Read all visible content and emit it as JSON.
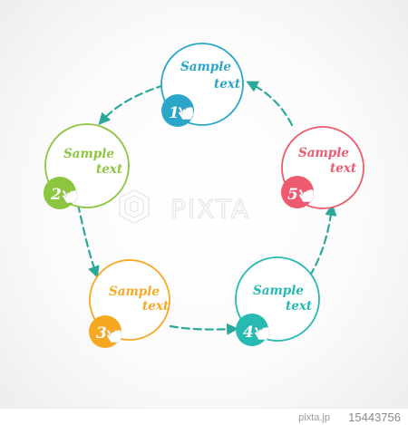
{
  "watermark": {
    "text": "PIXTA"
  },
  "cycle": {
    "steps": [
      {
        "number": "1",
        "line1": "Sample",
        "line2": "text",
        "color": "#2aa6c8"
      },
      {
        "number": "2",
        "line1": "Sample",
        "line2": "text",
        "color": "#8cc63f"
      },
      {
        "number": "3",
        "line1": "Sample",
        "line2": "text",
        "color": "#f7a823"
      },
      {
        "number": "4",
        "line1": "Sample",
        "line2": "text",
        "color": "#26bab2"
      },
      {
        "number": "5",
        "line1": "Sample",
        "line2": "text",
        "color": "#ee5a6e"
      }
    ],
    "arrow_color": "#2aa99a",
    "pointer_icon": "hand-pointer-icon"
  },
  "footer": {
    "site": "pixta.jp",
    "image_id": "15443756"
  }
}
